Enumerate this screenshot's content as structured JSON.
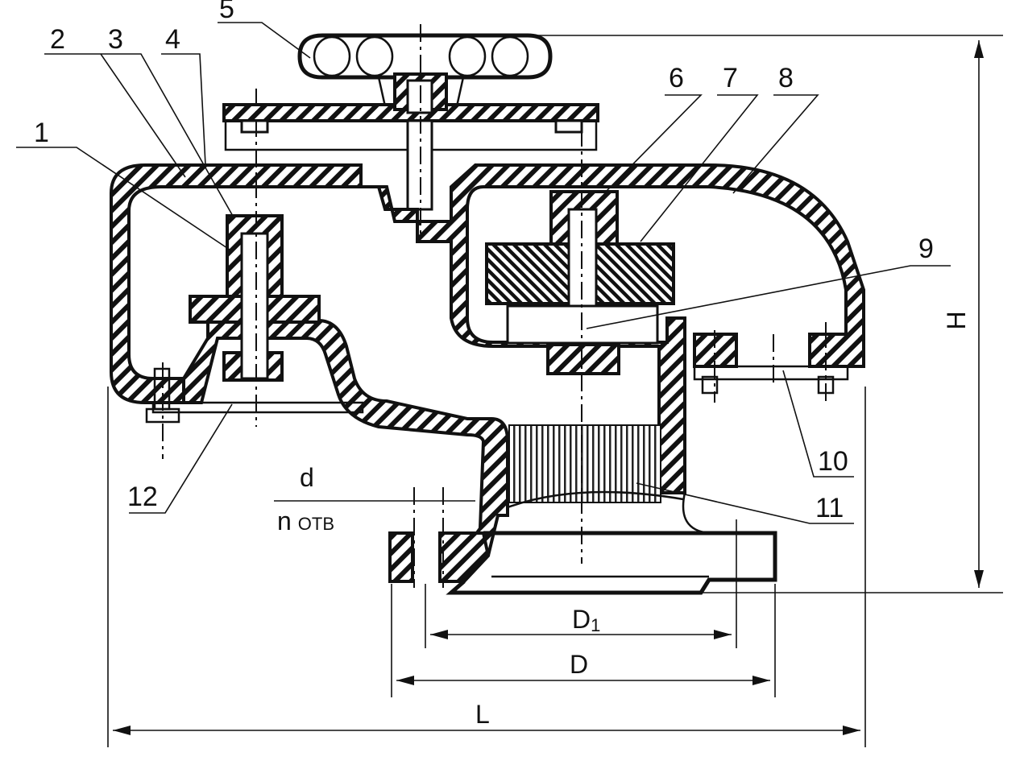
{
  "part_numbers": {
    "p1": "1",
    "p2": "2",
    "p3": "3",
    "p4": "4",
    "p5": "5",
    "p6": "6",
    "p7": "7",
    "p8": "8",
    "p9": "9",
    "p10": "10",
    "p11": "11",
    "p12": "12"
  },
  "dimensions": {
    "height": "H",
    "length": "L",
    "flange_diameter": "D",
    "bolt_circle_diameter": "D",
    "bolt_circle_subscript": "1",
    "hole_diameter": "d",
    "hole_count_n": "n",
    "hole_count_unit": "ОТВ"
  }
}
